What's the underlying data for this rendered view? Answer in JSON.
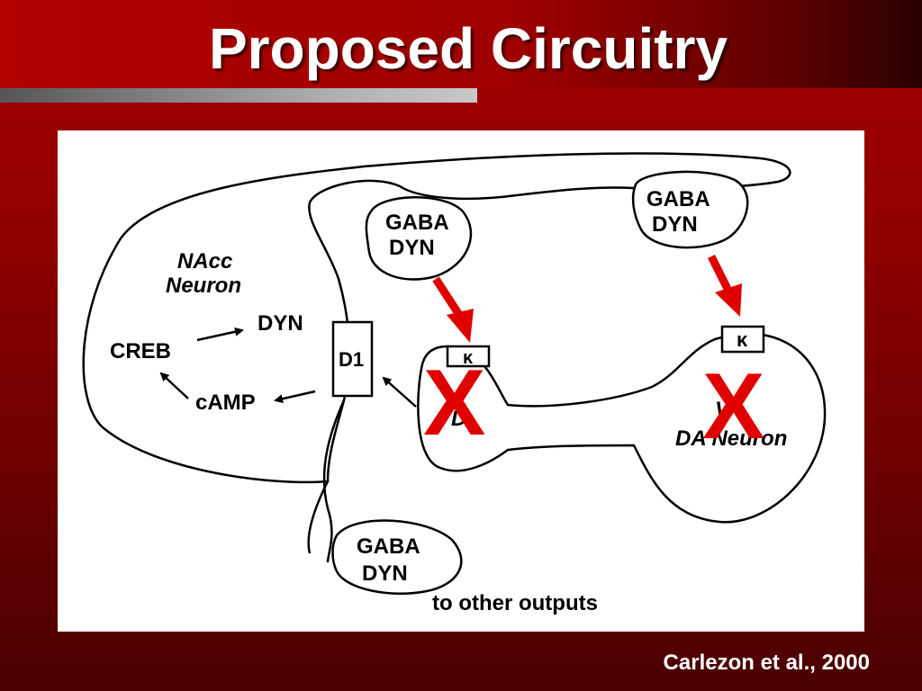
{
  "slide": {
    "title": "Proposed Circuitry",
    "citation": "Carlezon et al., 2000"
  },
  "diagram": {
    "nacc_label_line1": "NAcc",
    "nacc_label_line2": "Neuron",
    "creb": "CREB",
    "dyn": "DYN",
    "camp": "cAMP",
    "d1": "D1",
    "kappa": "κ",
    "mark": "X",
    "terminal_top_left": {
      "line1": "GABA",
      "line2": "DYN"
    },
    "terminal_top_right": {
      "line1": "GABA",
      "line2": "DYN"
    },
    "terminal_bottom": {
      "line1": "GABA",
      "line2": "DYN"
    },
    "outputs_label": "to other outputs",
    "vta_label_partial": "DA Neuron",
    "vta_label_fragment_left": "D",
    "vta_label_fragment_top": "V"
  },
  "colors": {
    "accent_red": "#e00000",
    "background": "#a00000",
    "line": "#000000"
  }
}
